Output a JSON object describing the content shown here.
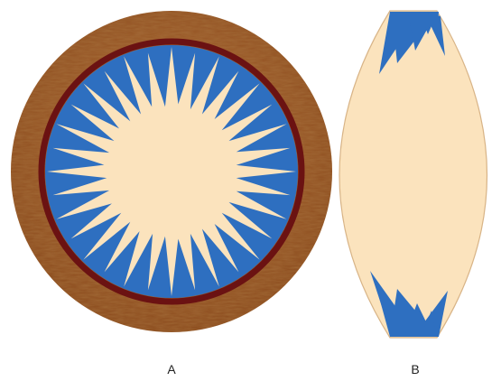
{
  "labels": {
    "a": "A",
    "b": "B"
  },
  "colors": {
    "wood_light": "#a8632e",
    "wood_dark": "#6e3510",
    "ring": "#6b1212",
    "star_field": "#2e6fc0",
    "cream": "#fbe3bd",
    "lens_outline": "#d8b487",
    "background": "#ffffff"
  },
  "figure_a": {
    "description_kind": "circular wooden medallion with starburst inlay",
    "star_points": 32
  },
  "figure_b": {
    "description_kind": "lens-shaped gore piece with blue spike tips"
  }
}
